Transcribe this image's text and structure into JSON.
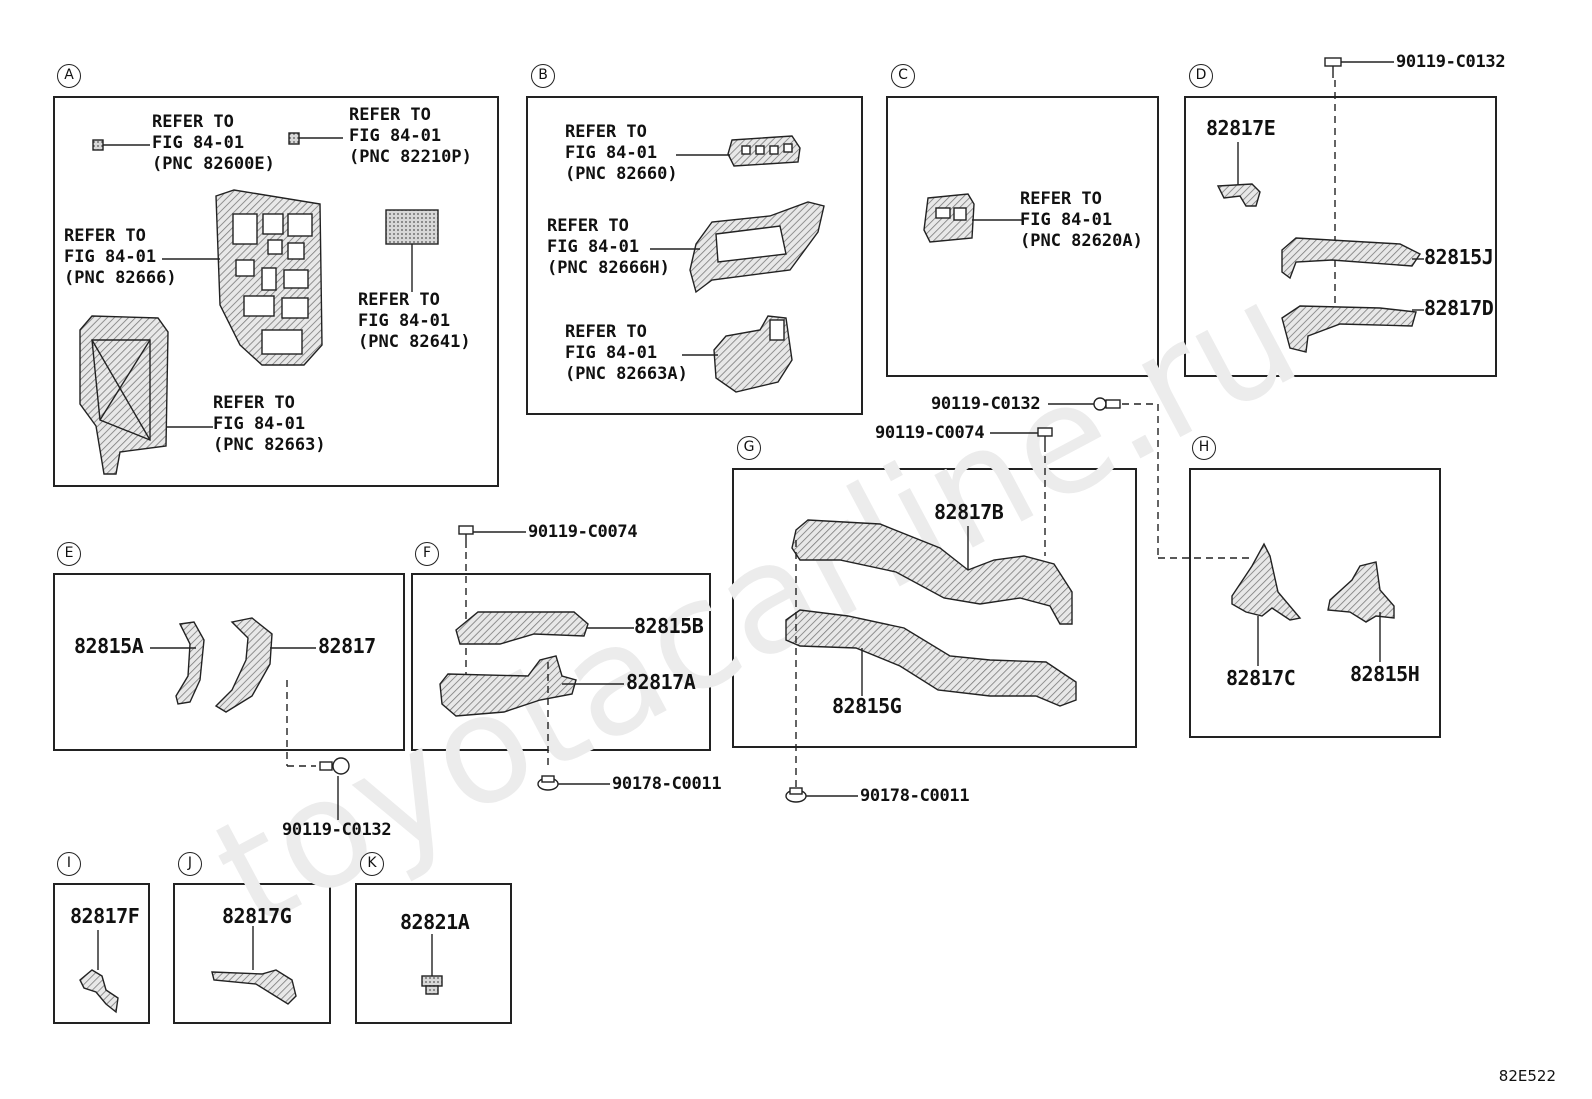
{
  "diagram_code": "82E522",
  "panels": {
    "A": {
      "letter": "A",
      "ref1": {
        "l1": "REFER TO",
        "l2": "FIG 84-01",
        "l3": "(PNC 82600E)"
      },
      "ref2": {
        "l1": "REFER TO",
        "l2": "FIG 84-01",
        "l3": "(PNC 82210P)"
      },
      "ref3": {
        "l1": "REFER TO",
        "l2": "FIG 84-01",
        "l3": "(PNC 82666)"
      },
      "ref4": {
        "l1": "REFER TO",
        "l2": "FIG 84-01",
        "l3": "(PNC 82641)"
      },
      "ref5": {
        "l1": "REFER TO",
        "l2": "FIG 84-01",
        "l3": "(PNC 82663)"
      }
    },
    "B": {
      "letter": "B",
      "ref1": {
        "l1": "REFER TO",
        "l2": "FIG 84-01",
        "l3": "(PNC 82660)"
      },
      "ref2": {
        "l1": "REFER TO",
        "l2": "FIG 84-01",
        "l3": "(PNC 82666H)"
      },
      "ref3": {
        "l1": "REFER TO",
        "l2": "FIG 84-01",
        "l3": "(PNC 82663A)"
      }
    },
    "C": {
      "letter": "C",
      "ref1": {
        "l1": "REFER TO",
        "l2": "FIG 84-01",
        "l3": "(PNC 82620A)"
      }
    },
    "D": {
      "letter": "D",
      "p1": "82817E",
      "p2": "82815J",
      "p3": "82817D",
      "fastener": "90119-C0132"
    },
    "E": {
      "letter": "E",
      "p1": "82815A",
      "p2": "82817",
      "fastener": "90119-C0132"
    },
    "F": {
      "letter": "F",
      "p1": "82815B",
      "p2": "82817A",
      "fastener_top": "90119-C0074",
      "fastener_bottom": "90178-C0011"
    },
    "G": {
      "letter": "G",
      "p1": "82817B",
      "p2": "82815G",
      "fastener_top1": "90119-C0132",
      "fastener_top2": "90119-C0074",
      "fastener_bottom": "90178-C0011"
    },
    "H": {
      "letter": "H",
      "p1": "82817C",
      "p2": "82815H"
    },
    "I": {
      "letter": "I",
      "p1": "82817F"
    },
    "J": {
      "letter": "J",
      "p1": "82817G"
    },
    "K": {
      "letter": "K",
      "p1": "82821A"
    }
  }
}
